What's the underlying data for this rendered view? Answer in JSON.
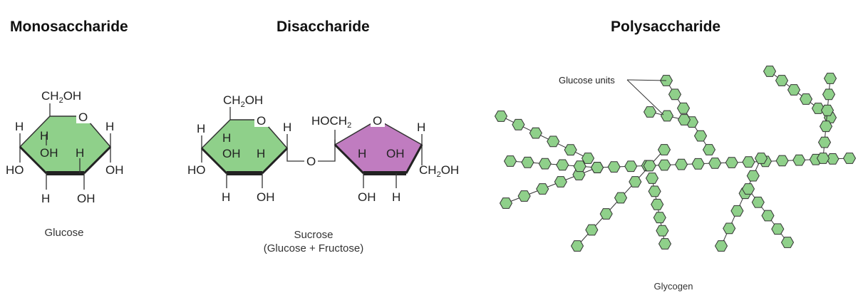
{
  "headings": {
    "mono": "Monosaccharide",
    "di": "Disaccharide",
    "poly": "Polysaccharide"
  },
  "captions": {
    "glucose": "Glucose",
    "sucrose_line1": "Sucrose",
    "sucrose_line2": "(Glucose + Fructose)",
    "glycogen": "Glycogen"
  },
  "labels": {
    "glucose_units": "Glucose units",
    "ch2oh_main": "CH",
    "ch2oh_sub": "2",
    "ch2oh_tail": "OH",
    "hoch2_head": "HOCH",
    "hoch2_sub": "2",
    "O": "O",
    "H": "H",
    "OH": "OH",
    "HO": "HO"
  },
  "colors": {
    "glucose_ring": "#8fd08a",
    "fructose_ring": "#c07cc0",
    "glycogen_unit": "#8fd08a",
    "line": "#333333"
  }
}
